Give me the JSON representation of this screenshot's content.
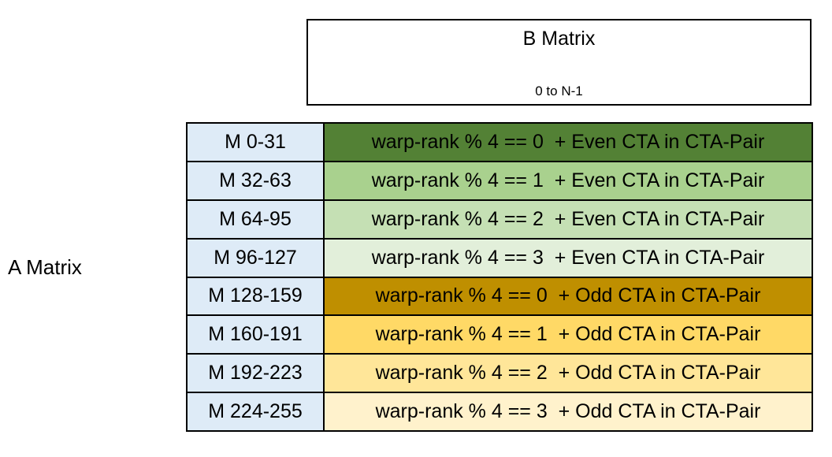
{
  "a_matrix": {
    "label": "A Matrix"
  },
  "b_matrix": {
    "title": "B Matrix",
    "subtitle": "0 to N-1"
  },
  "colors": {
    "label_bg": "#DEEBF7",
    "border": "#000000"
  },
  "table": {
    "rows": [
      {
        "label": "M 0-31",
        "desc": "warp-rank % 4 == 0  + Even CTA in CTA-Pair",
        "color": "#538135"
      },
      {
        "label": "M 32-63",
        "desc": "warp-rank % 4 == 1  + Even CTA in CTA-Pair",
        "color": "#A9D18E"
      },
      {
        "label": "M 64-95",
        "desc": "warp-rank % 4 == 2  + Even CTA in CTA-Pair",
        "color": "#C5E0B4"
      },
      {
        "label": "M 96-127",
        "desc": "warp-rank % 4 == 3  + Even CTA in CTA-Pair",
        "color": "#E2EFDA"
      },
      {
        "label": "M 128-159",
        "desc": "warp-rank % 4 == 0  + Odd CTA in CTA-Pair",
        "color": "#BF8F00"
      },
      {
        "label": "M 160-191",
        "desc": "warp-rank % 4 == 1  + Odd CTA in CTA-Pair",
        "color": "#FFD966"
      },
      {
        "label": "M 192-223",
        "desc": "warp-rank % 4 == 2  + Odd CTA in CTA-Pair",
        "color": "#FFE699"
      },
      {
        "label": "M 224-255",
        "desc": "warp-rank % 4 == 3  + Odd CTA in CTA-Pair",
        "color": "#FFF2CC"
      }
    ]
  }
}
